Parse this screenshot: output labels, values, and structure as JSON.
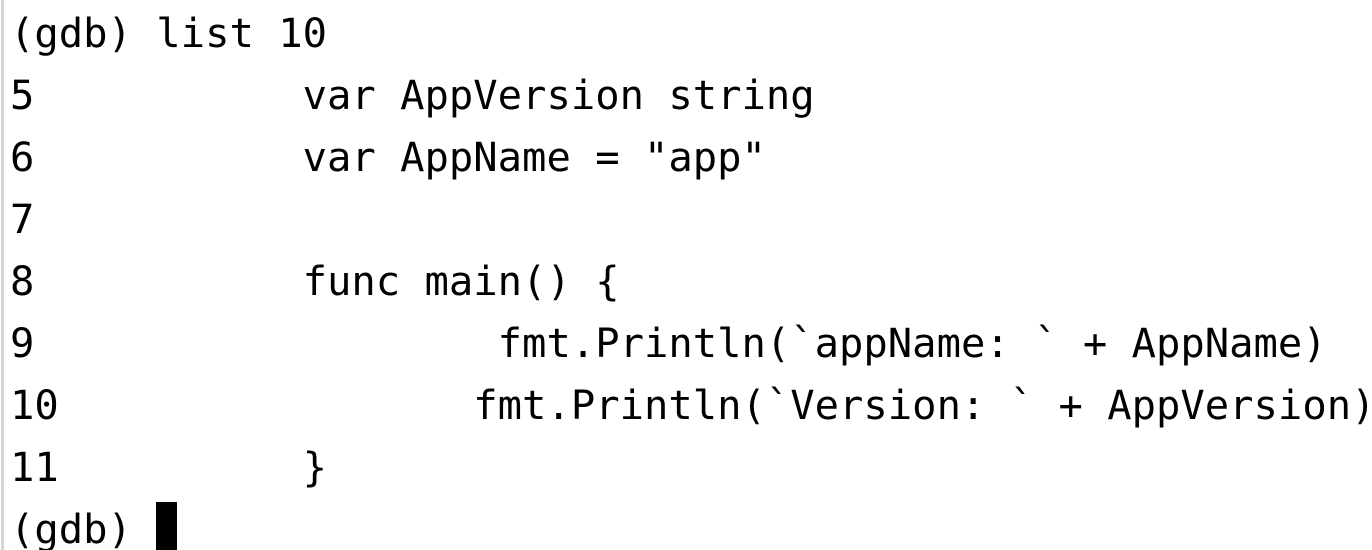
{
  "terminal": {
    "app": "gdb",
    "prompt": "(gdb)",
    "colors": {
      "background": "#ffffff",
      "foreground": "#000000",
      "left_border": "#d6d6d6",
      "cursor": "#000000"
    },
    "lines": [
      {
        "id": "command-line",
        "kind": "prompt-command",
        "text": "(gdb) list 10",
        "prompt": "(gdb)",
        "command": "list 10"
      },
      {
        "id": "source-line-5",
        "kind": "source",
        "number": "5",
        "code": "var AppVersion string",
        "text": "5\t    var AppVersion string"
      },
      {
        "id": "source-line-6",
        "kind": "source",
        "number": "6",
        "code": "var AppName = \"app\"",
        "text": "6\t    var AppName = \"app\""
      },
      {
        "id": "source-line-7",
        "kind": "source",
        "number": "7",
        "code": "",
        "text": "7"
      },
      {
        "id": "source-line-8",
        "kind": "source",
        "number": "8",
        "code": "func main() {",
        "text": "8\t    func main() {"
      },
      {
        "id": "source-line-9",
        "kind": "source",
        "number": "9",
        "code": "fmt.Println(`appName: ` + AppName)",
        "text": "9\t            fmt.Println(`appName: ` + AppName)"
      },
      {
        "id": "source-line-10",
        "kind": "source",
        "number": "10",
        "code": "fmt.Println(`Version: ` + AppVersion)",
        "text": "10\t           fmt.Println(`Version: ` + AppVersion)"
      },
      {
        "id": "source-line-11",
        "kind": "source",
        "number": "11",
        "code": "}",
        "text": "11\t    }"
      },
      {
        "id": "prompt-line",
        "kind": "prompt-cursor",
        "text": "(gdb) ",
        "prompt": "(gdb)",
        "command": ""
      }
    ]
  }
}
